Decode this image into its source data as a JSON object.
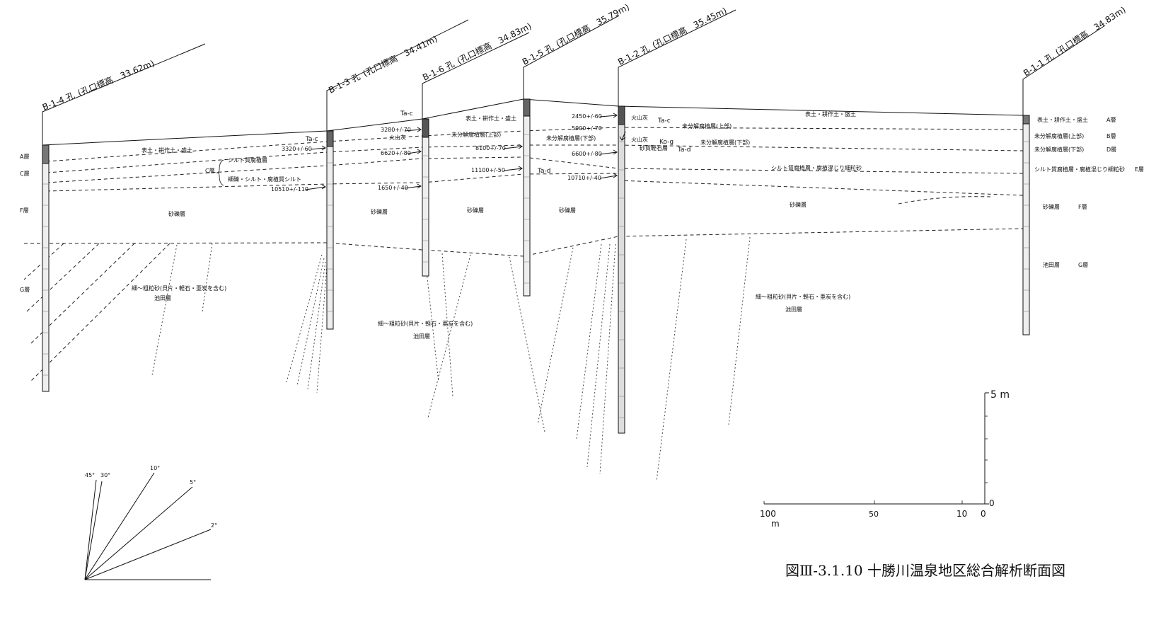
{
  "title": "図Ⅲ-3.1.10 十勝川温泉地区総合解析断面図",
  "boreholes": [
    {
      "name": "B-1-4 孔",
      "elev": "(孔口標高　33.62m)"
    },
    {
      "name": "B-1-3 孔",
      "elev": "(孔口標高　34.41m)"
    },
    {
      "name": "B-1-6 孔",
      "elev": "(孔口標高　34.83m)"
    },
    {
      "name": "B-1-5 孔",
      "elev": "(孔口標高　35.79m)"
    },
    {
      "name": "B-1-2 孔",
      "elev": "(孔口標高　35.45m)"
    },
    {
      "name": "B-1-1 孔",
      "elev": "(孔口標高　34.83m)"
    }
  ],
  "left_layers": {
    "a": "A層",
    "c": "C層",
    "f": "F層",
    "g": "G層"
  },
  "right_legend": {
    "l1": "表土・耕作土・盛土",
    "l1b": "A層",
    "l2": "未分解腐植層(上部)",
    "l2b": "B層",
    "l3": "未分解腐植層(下部)",
    "l3b": "D層",
    "l4": "シルト質腐植層・腐植混じり細粒砂",
    "l4b": "E層",
    "l5": "砂礫層",
    "l5b": "F層",
    "l6": "池田層",
    "l6b": "G層"
  },
  "labels": {
    "topsoil1": "表土・耕作土・盛土",
    "topsoil2": "表土・耕作土・盛土",
    "topsoil3": "表土・耕作土・盛土",
    "c_layer": "C層",
    "silt_humic": "シルト質腐植層",
    "fine_gravel": "細礫・シルト・腐植質シルト",
    "sand_gravel_1": "砂礫層",
    "sand_gravel_2": "砂礫層",
    "sand_gravel_3": "砂礫層",
    "sand_gravel_4": "砂礫層",
    "sand_gravel_5": "砂礫層",
    "ikeda_desc_1": "細～粗粒砂(貝片・軽石・亜炭を含む)",
    "ikeda_1": "池田層",
    "ikeda_desc_2": "細～粗粒砂(貝片・軽石・亜炭を含む)",
    "ikeda_2": "池田層",
    "ikeda_desc_3": "細～粗粒砂(貝片・軽石・亜炭を含む)",
    "ikeda_3": "池田層",
    "volcanic_1": "火山灰",
    "volcanic_2": "火山灰",
    "volcanic_3": "火山灰",
    "undec_upper_1": "未分解腐植層(上部)",
    "undec_upper_2": "未分解腐植層(上部)",
    "undec_lower_1": "未分解腐植層(下部)",
    "undec_lower_2": "未分解腐植層(下部)",
    "sandy_pumice": "砂質軽石層",
    "silt_humic_e": "シルト質腐植層・腐植混じり細粒砂",
    "ta_c_1": "Ta-c",
    "ta_c_2": "Ta-c",
    "ta_c_3": "Ta-c",
    "ta_d_1": "Ta-d",
    "ta_d_2": "Ta-d",
    "ko_g": "Ko-g"
  },
  "dates": {
    "d3320": "3320+/-60",
    "d10510": "10510+/-110",
    "d3280": "3280+/-70",
    "d6620": "6620+/-80",
    "d1650": "1650+/-40",
    "d8100": "8100+/-70",
    "d11100": "11100+/-50",
    "d2450": "2450+/-60",
    "d5900": "5900+/-70",
    "d6600": "6600+/-80",
    "d10710": "10710+/-40"
  },
  "dip_scale": {
    "a45": "45°",
    "a30": "30°",
    "a10": "10°",
    "a5": "5°",
    "a2": "2°"
  },
  "scale": {
    "v_label": "5 m",
    "v_zero": "0",
    "h_100": "100",
    "h_50": "50",
    "h_10": "10",
    "h_0": "0",
    "h_unit": "m"
  }
}
